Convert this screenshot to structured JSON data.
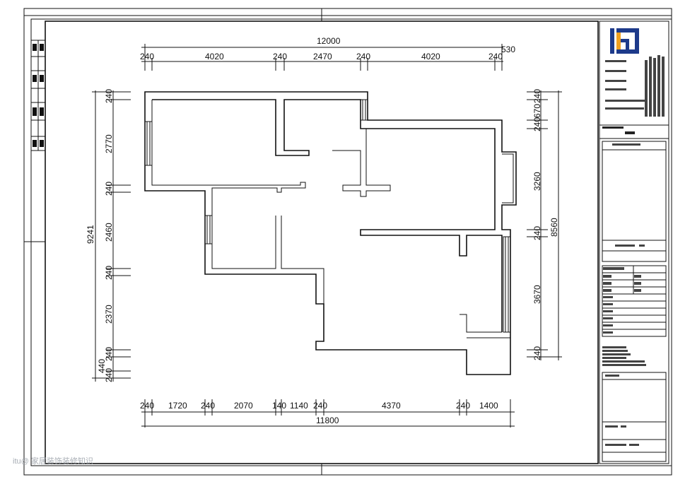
{
  "top_dims": {
    "total": "12000",
    "segments": [
      "240",
      "4020",
      "240",
      "2470",
      "240",
      "4020",
      "240"
    ],
    "extra": "530"
  },
  "bottom_dims": {
    "total": "11800",
    "segments": [
      "240",
      "1720",
      "240",
      "2070",
      "140",
      "1140",
      "240",
      "4370",
      "240",
      "1400"
    ]
  },
  "left_dims": {
    "total": "9241",
    "segments": [
      "240",
      "2770",
      "240",
      "2460",
      "240",
      "2370",
      "240",
      "440",
      "240"
    ]
  },
  "right_dims": {
    "total": "8560",
    "segments": [
      "240",
      "670",
      "240",
      "3260",
      "240",
      "3670",
      "240"
    ]
  },
  "watermark": "itu@ 家居装饰装修知识"
}
